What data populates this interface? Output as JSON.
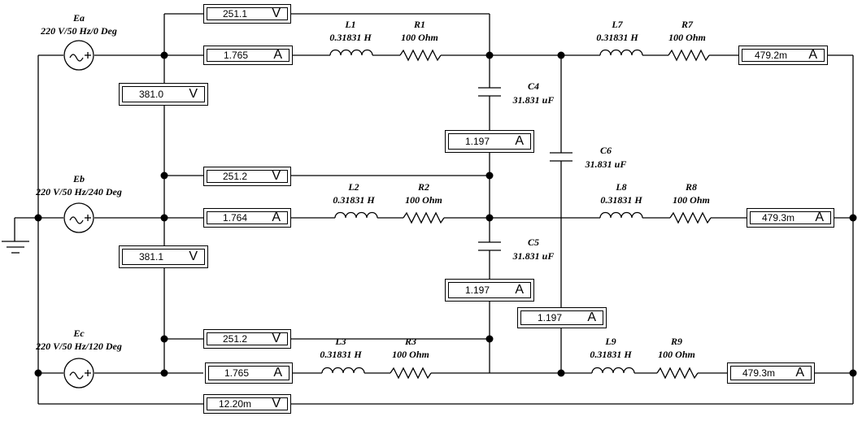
{
  "sources": [
    {
      "name": "Ea",
      "spec": "220 V/50 Hz/0 Deg"
    },
    {
      "name": "Eb",
      "spec": "220 V/50 Hz/240 Deg"
    },
    {
      "name": "Ec",
      "spec": "220 V/50 Hz/120 Deg"
    }
  ],
  "inductors": [
    {
      "name": "L1",
      "value": "0.31831 H"
    },
    {
      "name": "L2",
      "value": "0.31831 H"
    },
    {
      "name": "L3",
      "value": "0.31831 H"
    },
    {
      "name": "L7",
      "value": "0.31831 H"
    },
    {
      "name": "L8",
      "value": "0.31831 H"
    },
    {
      "name": "L9",
      "value": "0.31831 H"
    }
  ],
  "resistors": [
    {
      "name": "R1",
      "value": "100  Ohm"
    },
    {
      "name": "R2",
      "value": "100  Ohm"
    },
    {
      "name": "R3",
      "value": "100  Ohm"
    },
    {
      "name": "R7",
      "value": "100  Ohm"
    },
    {
      "name": "R8",
      "value": "100  Ohm"
    },
    {
      "name": "R9",
      "value": "100  Ohm"
    }
  ],
  "capacitors": [
    {
      "name": "C4",
      "value": "31.831 uF"
    },
    {
      "name": "C5",
      "value": "31.831 uF"
    },
    {
      "name": "C6",
      "value": "31.831 uF"
    }
  ],
  "meters": {
    "va_top": {
      "value": "251.1",
      "unit": "V"
    },
    "ia_line": {
      "value": "1.765",
      "unit": "A"
    },
    "vab": {
      "value": "381.0",
      "unit": "V"
    },
    "ic4": {
      "value": "1.197",
      "unit": "A"
    },
    "vb_top": {
      "value": "251.2",
      "unit": "V"
    },
    "ib_line": {
      "value": "1.764",
      "unit": "A"
    },
    "vbc": {
      "value": "381.1",
      "unit": "V"
    },
    "ic5": {
      "value": "1.197",
      "unit": "A"
    },
    "ic6": {
      "value": "1.197",
      "unit": "A"
    },
    "vc_top": {
      "value": "251.2",
      "unit": "V"
    },
    "ic_line": {
      "value": "1.765",
      "unit": "A"
    },
    "i7": {
      "value": "479.2m",
      "unit": "A"
    },
    "i8": {
      "value": "479.3m",
      "unit": "A"
    },
    "i9": {
      "value": "479.3m",
      "unit": "A"
    },
    "vneutral": {
      "value": "12.20m",
      "unit": "V"
    }
  }
}
